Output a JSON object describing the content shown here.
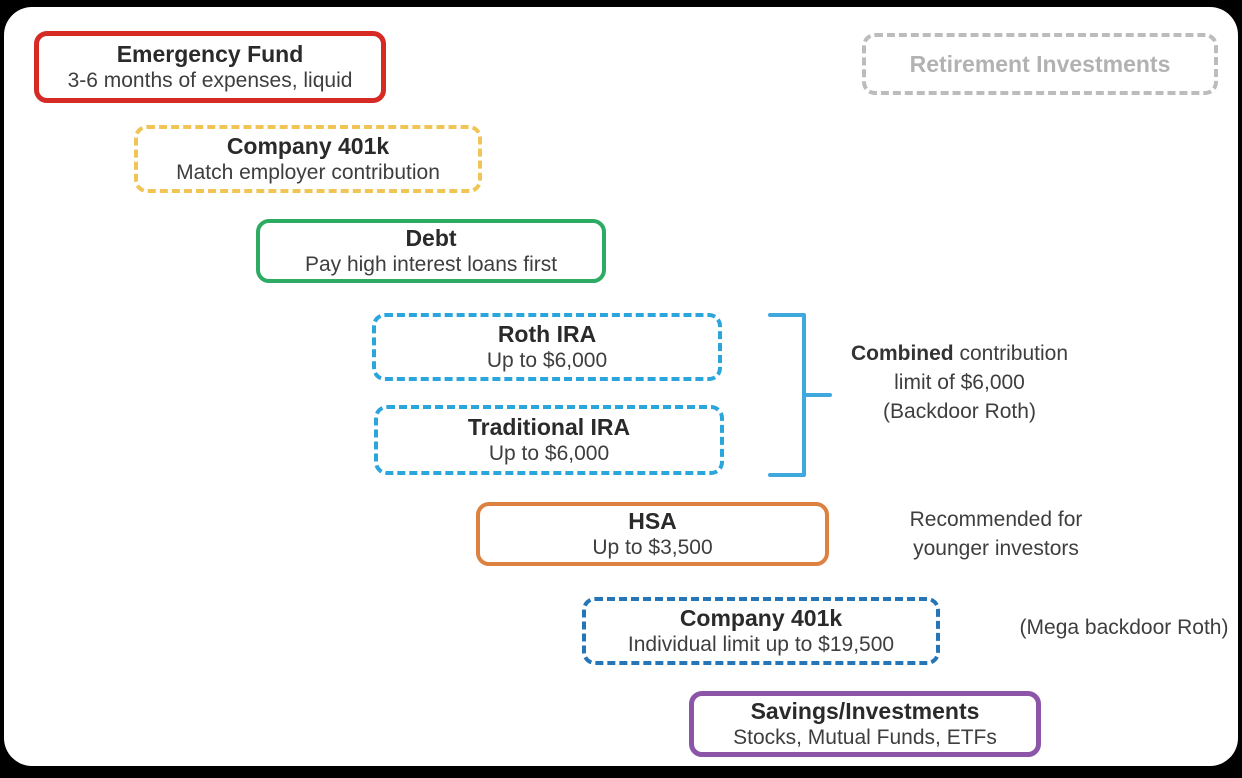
{
  "canvas": {
    "background_color": "#000000",
    "surface_color": "#ffffff"
  },
  "boxes": [
    {
      "id": "emergency-fund",
      "title": "Emergency Fund",
      "subtitle": "3-6 months of expenses, liquid",
      "border_color": "#d62b25",
      "border_style": "solid"
    },
    {
      "id": "retirement-investments",
      "title": "Retirement Investments",
      "subtitle": "",
      "border_color": "#bcbcbc",
      "border_style": "dashed",
      "title_color": "#b2b2b2"
    },
    {
      "id": "company-401k-match",
      "title": "Company 401k",
      "subtitle": "Match employer contribution",
      "border_color": "#f0c455",
      "border_style": "dashed"
    },
    {
      "id": "debt",
      "title": "Debt",
      "subtitle": "Pay high interest loans first",
      "border_color": "#2eab63",
      "border_style": "solid"
    },
    {
      "id": "roth-ira",
      "title": "Roth IRA",
      "subtitle": "Up to $6,000",
      "border_color": "#2aa6dd",
      "border_style": "dashed"
    },
    {
      "id": "traditional-ira",
      "title": "Traditional IRA",
      "subtitle": "Up to $6,000",
      "border_color": "#2aa6dd",
      "border_style": "dashed"
    },
    {
      "id": "hsa",
      "title": "HSA",
      "subtitle": "Up to $3,500",
      "border_color": "#dd8140",
      "border_style": "solid"
    },
    {
      "id": "company-401k-individual",
      "title": "Company 401k",
      "subtitle": "Individual limit up to $19,500",
      "border_color": "#2476b8",
      "border_style": "dashed"
    },
    {
      "id": "savings-investments",
      "title": "Savings/Investments",
      "subtitle": "Stocks, Mutual Funds, ETFs",
      "border_color": "#8c55a8",
      "border_style": "solid"
    }
  ],
  "annotations": {
    "combined": {
      "bold_word": "Combined",
      "line1_rest": " contribution",
      "line2": "limit of $6,000",
      "line3": "(Backdoor Roth)"
    },
    "recommended": {
      "line1": "Recommended for",
      "line2": "younger investors"
    },
    "mega": {
      "text": "(Mega backdoor Roth)"
    }
  },
  "bracket": {
    "color": "#3fa8dc"
  }
}
